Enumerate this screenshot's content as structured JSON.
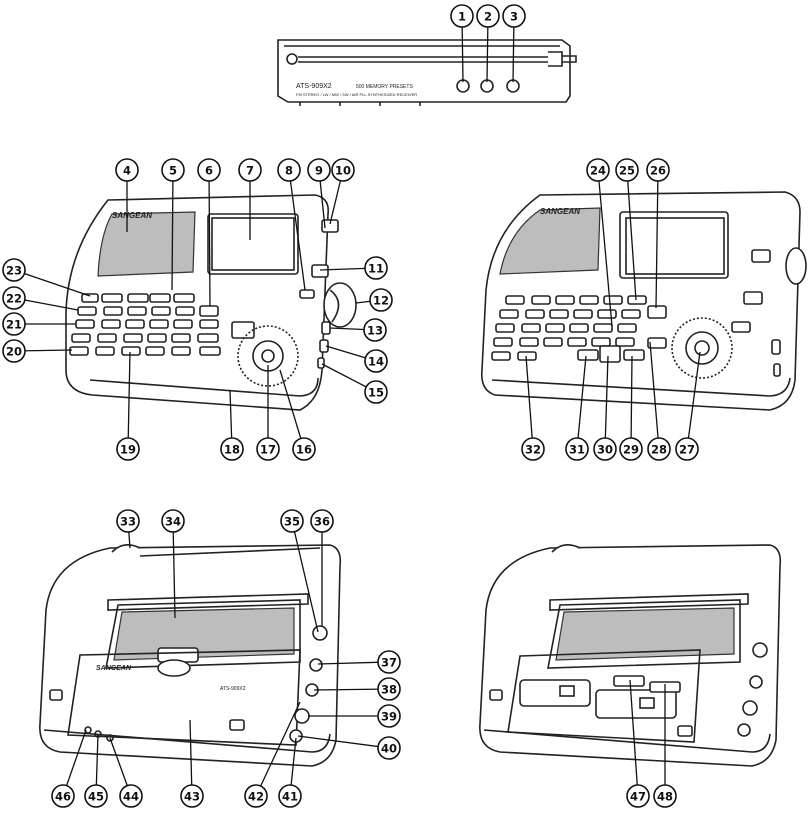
{
  "device": {
    "brand": "SANGEAN",
    "model": "ATS-909X2",
    "subtitle_left": "FM STEREO / LW / MW / SW / AIR  PLL SYNTHESIZED RECEIVER",
    "memory_note": "500 MEMORY PRESETS"
  },
  "views": {
    "top": "top edge view",
    "front_left": "front view angled left",
    "front_right": "front view angled right",
    "back_closed": "rear view",
    "back_open": "rear view battery compartment open"
  },
  "callouts": [
    {
      "n": "1"
    },
    {
      "n": "2"
    },
    {
      "n": "3"
    },
    {
      "n": "4"
    },
    {
      "n": "5"
    },
    {
      "n": "6"
    },
    {
      "n": "7"
    },
    {
      "n": "8"
    },
    {
      "n": "9"
    },
    {
      "n": "10"
    },
    {
      "n": "11"
    },
    {
      "n": "12"
    },
    {
      "n": "13"
    },
    {
      "n": "14"
    },
    {
      "n": "15"
    },
    {
      "n": "16"
    },
    {
      "n": "17"
    },
    {
      "n": "18"
    },
    {
      "n": "19"
    },
    {
      "n": "20"
    },
    {
      "n": "21"
    },
    {
      "n": "22"
    },
    {
      "n": "23"
    },
    {
      "n": "24"
    },
    {
      "n": "25"
    },
    {
      "n": "26"
    },
    {
      "n": "27"
    },
    {
      "n": "28"
    },
    {
      "n": "29"
    },
    {
      "n": "30"
    },
    {
      "n": "31"
    },
    {
      "n": "32"
    },
    {
      "n": "33"
    },
    {
      "n": "34"
    },
    {
      "n": "35"
    },
    {
      "n": "36"
    },
    {
      "n": "37"
    },
    {
      "n": "38"
    },
    {
      "n": "39"
    },
    {
      "n": "40"
    },
    {
      "n": "41"
    },
    {
      "n": "42"
    },
    {
      "n": "43"
    },
    {
      "n": "44"
    },
    {
      "n": "45"
    },
    {
      "n": "46"
    },
    {
      "n": "47"
    },
    {
      "n": "48"
    }
  ]
}
